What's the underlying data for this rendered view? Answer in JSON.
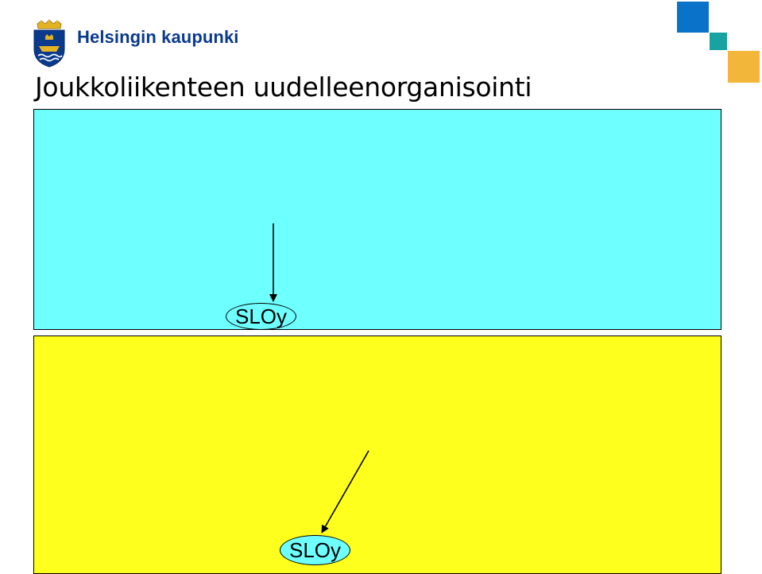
{
  "header": {
    "brand_name": "Helsingin kaupunki",
    "logo_icon": "helsinki-coat-of-arms-icon",
    "title": "Joukkoliikenteen uudelleenorganisointi"
  },
  "colors": {
    "brand_blue": "#0a3a8c",
    "top_panel": "#6effff",
    "bottom_panel": "#ffff1e",
    "oval_fill": "#6effff",
    "deco_blue": "#0a72c8",
    "deco_teal": "#17a3a0",
    "deco_orange": "#f2b63a"
  },
  "diagram": {
    "top_node": {
      "label": "SLOy"
    },
    "bottom_node": {
      "label": "SLOy"
    }
  }
}
